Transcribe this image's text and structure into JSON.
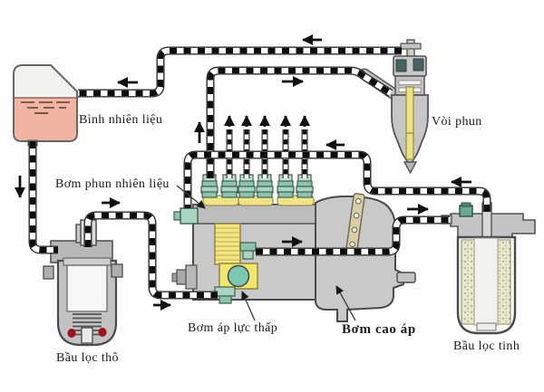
{
  "diagram": {
    "type": "diesel-fuel-system-schematic",
    "labels": {
      "fuel_tank": "Bình nhiên liệu",
      "injection_pump": "Bơm phun nhiên liệu",
      "injector": "Vòi phun",
      "coarse_filter": "Bầu lọc thô",
      "low_pressure_pump": "Bơm áp lực thấp",
      "high_pressure_pump": "Bơm cao áp",
      "fine_filter": "Bầu lọc tinh"
    },
    "colors": {
      "fuel_pink": "#f1b4a3",
      "pump_yellow": "#f2e678",
      "fitting_teal": "#a8d4c0",
      "body_gray": "#c9c9c9",
      "lever_beige": "#d8cfa6",
      "line_black": "#0d0d0d",
      "filter_red_dot": "#9c1420",
      "injector_needle_yellow": "#eae47c"
    }
  }
}
